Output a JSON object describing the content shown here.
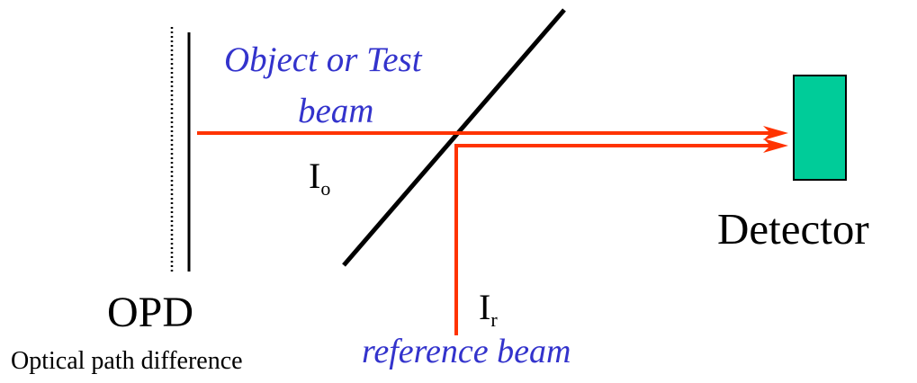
{
  "colors": {
    "beam": "#ff3300",
    "splitter": "#000000",
    "mirror": "#000000",
    "detector_fill": "#00cc99",
    "detector_stroke": "#000000",
    "label_italic": "#3333cc",
    "label_plain": "#000000"
  },
  "labels": {
    "object_beam_line1": "Object or Test",
    "object_beam_line2": "beam",
    "intensity_object_main": "I",
    "intensity_object_sub": "o",
    "intensity_reference_main": "I",
    "intensity_reference_sub": "r",
    "detector": "Detector",
    "opd": "OPD",
    "opd_full": "Optical path difference",
    "reference_beam": "reference beam"
  },
  "icons": {
    "beam_splitter": "diagonal-line",
    "detector": "green-rectangle",
    "mirror": "solid-line",
    "mirror_shifted": "dotted-line"
  }
}
